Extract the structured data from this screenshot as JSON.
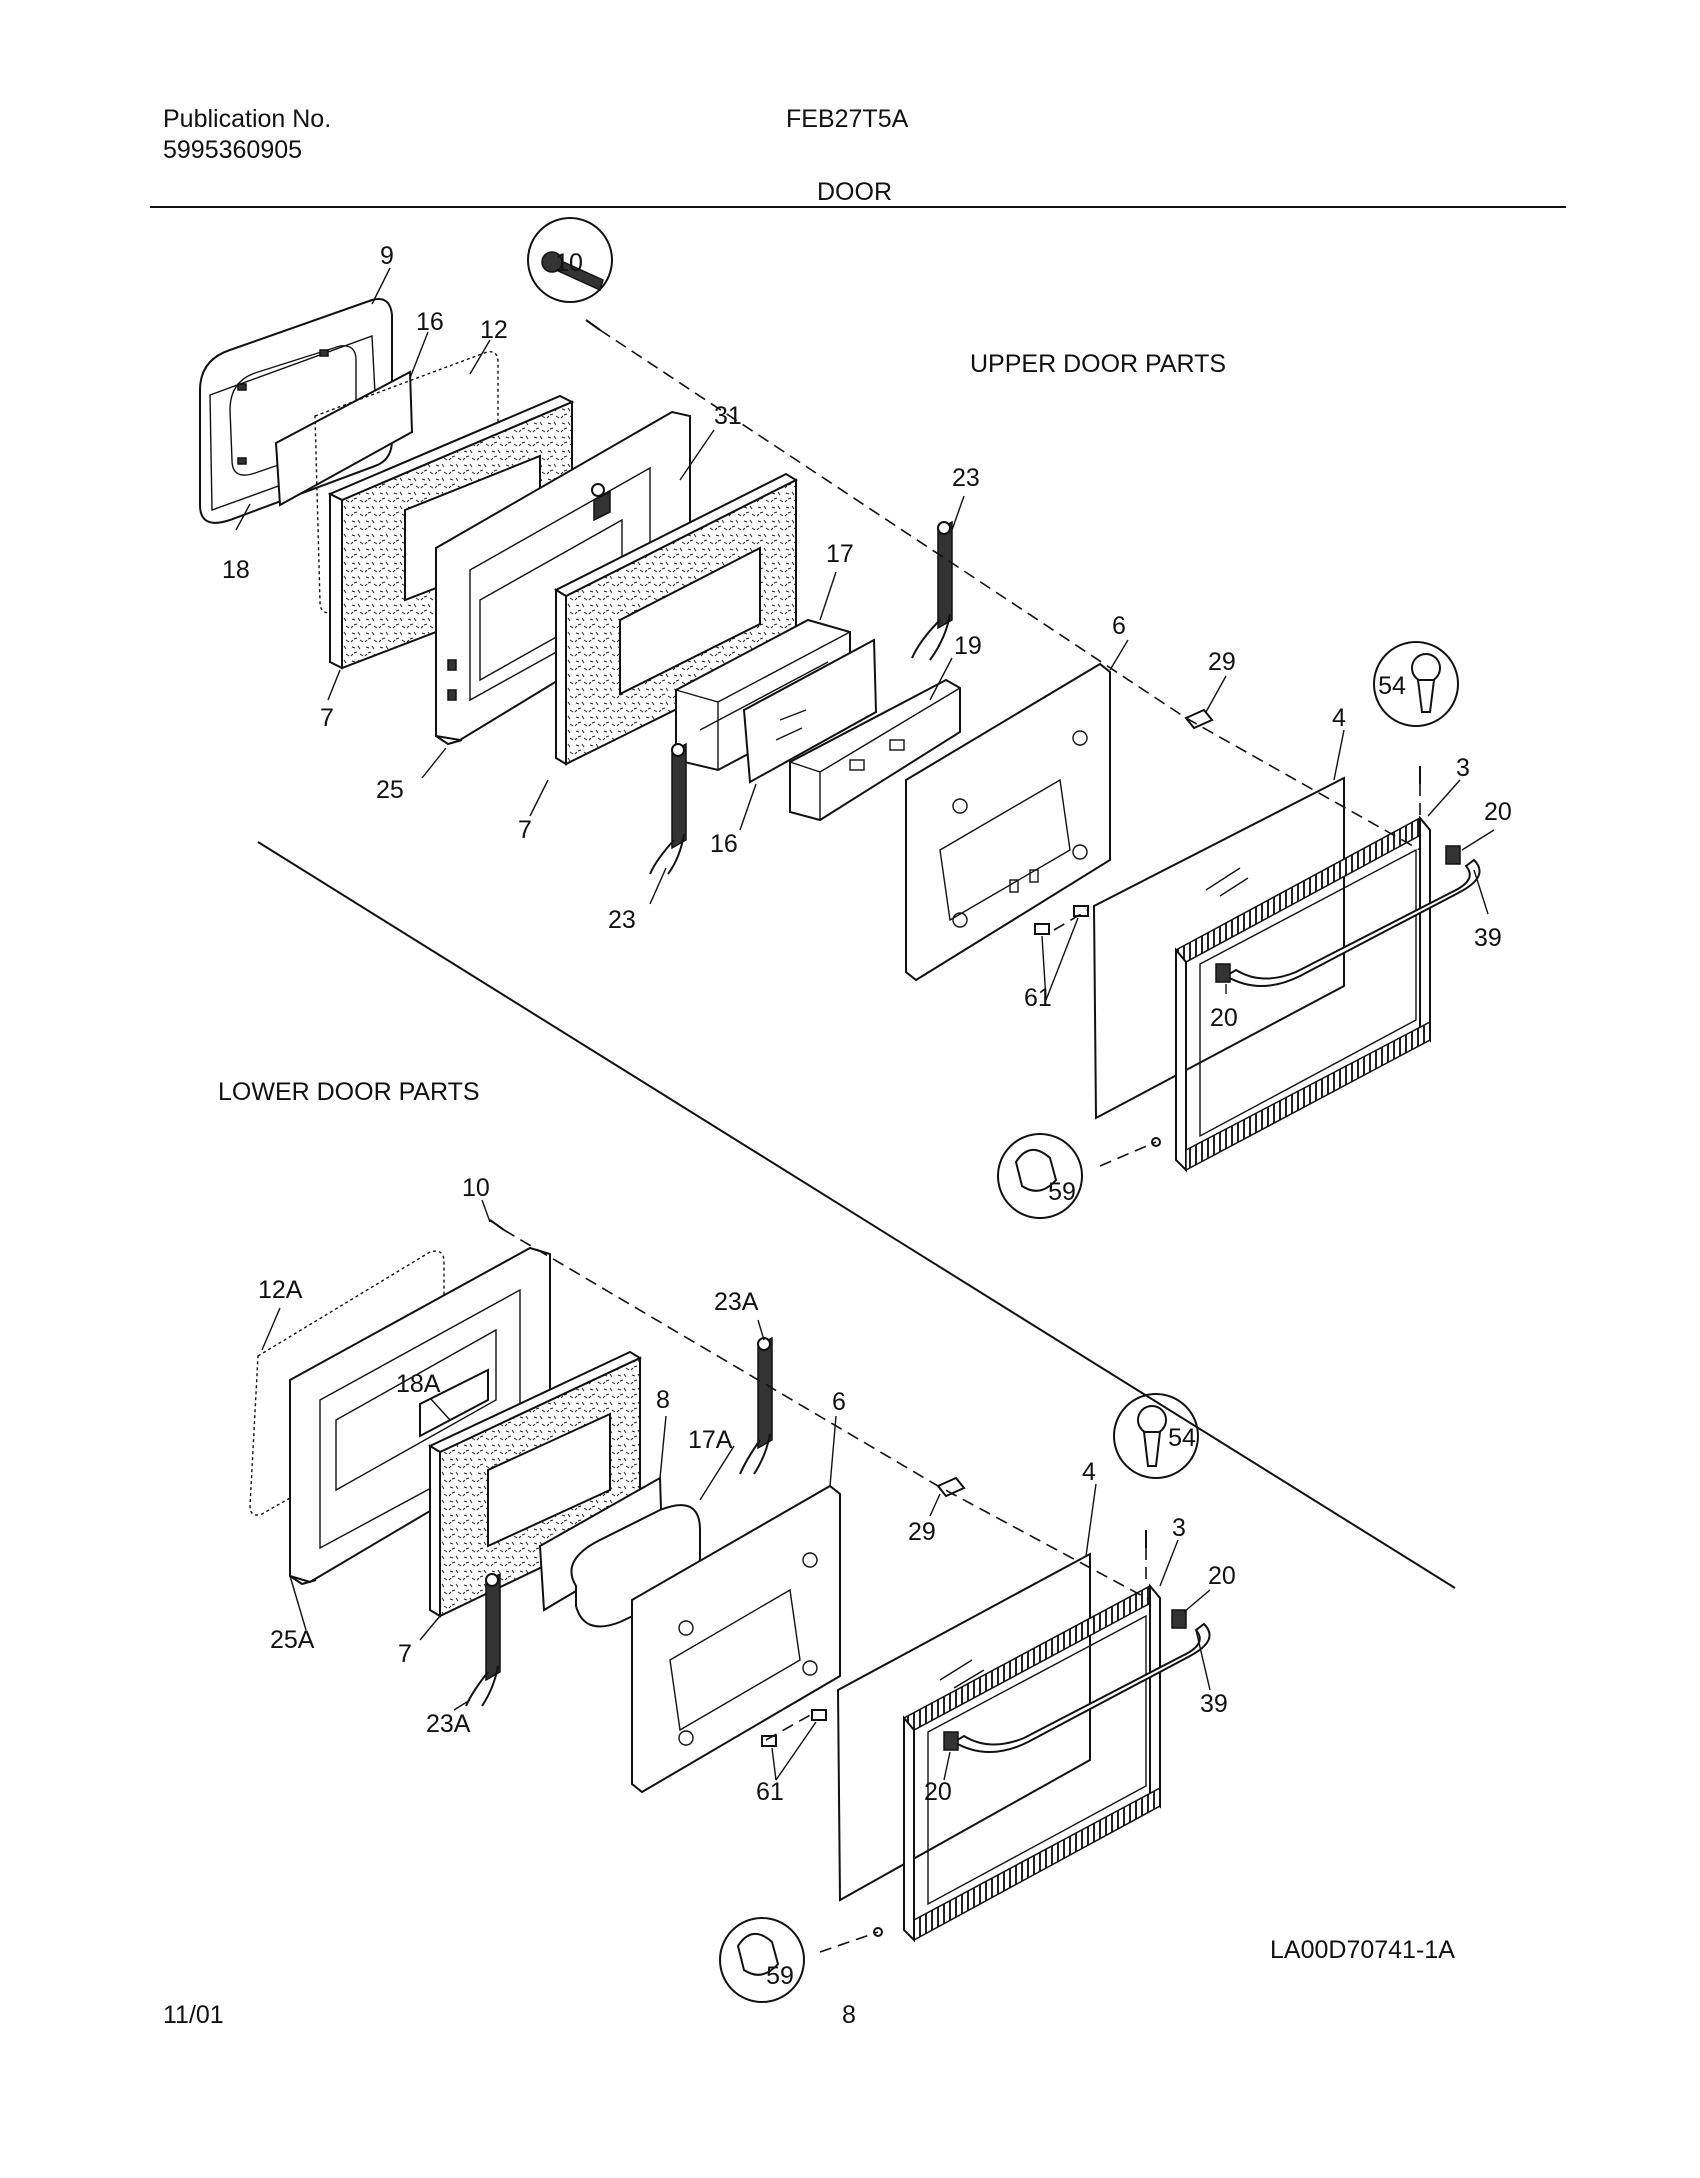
{
  "header": {
    "publication_label": "Publication No.",
    "publication_number": "5995360905",
    "model": "FEB27T5A",
    "section": "DOOR"
  },
  "sections": {
    "upper": "UPPER DOOR PARTS",
    "lower": "LOWER DOOR PARTS"
  },
  "upper_callouts": [
    "9",
    "10",
    "16",
    "12",
    "31",
    "18",
    "7",
    "25",
    "7",
    "23",
    "17",
    "19",
    "16",
    "23",
    "6",
    "29",
    "54",
    "4",
    "3",
    "20",
    "39",
    "61",
    "20",
    "59"
  ],
  "lower_callouts": [
    "10",
    "12A",
    "23A",
    "18A",
    "8",
    "6",
    "17A",
    "29",
    "54",
    "4",
    "3",
    "20",
    "25A",
    "7",
    "23A",
    "39",
    "61",
    "20",
    "59"
  ],
  "drawing_code": "LA00D70741-1A",
  "footer": {
    "date": "11/01",
    "page": "8"
  }
}
